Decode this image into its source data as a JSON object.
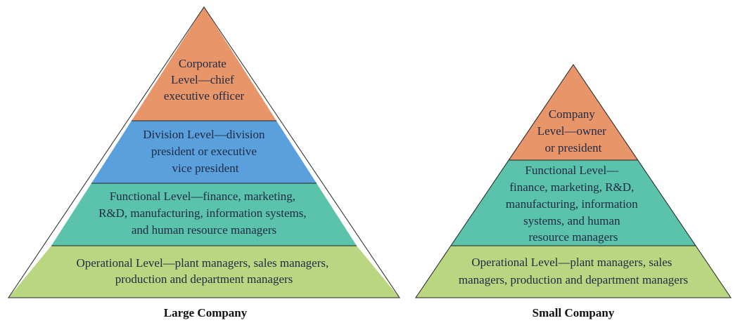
{
  "colors": {
    "top": "#e8956a",
    "division": "#5aa0dc",
    "functional": "#5bc2ab",
    "operational": "#b9d781"
  },
  "large_company": {
    "caption": "Large Company",
    "levels": [
      {
        "id": "corporate",
        "lines": [
          "Corporate",
          "Level—chief",
          "executive officer"
        ]
      },
      {
        "id": "division",
        "lines": [
          "Division Level—division",
          "president or executive",
          "vice president"
        ]
      },
      {
        "id": "functional",
        "lines": [
          "Functional Level—finance, marketing,",
          "R&D, manufacturing, information systems,",
          "and human resource managers"
        ]
      },
      {
        "id": "operational",
        "lines": [
          "Operational Level—plant managers, sales managers,",
          "production and department managers"
        ]
      }
    ]
  },
  "small_company": {
    "caption": "Small Company",
    "levels": [
      {
        "id": "company",
        "lines": [
          "Company",
          "Level—owner",
          "or president"
        ]
      },
      {
        "id": "functional",
        "lines": [
          "Functional Level—",
          "finance, marketing, R&D,",
          "manufacturing, information",
          "systems, and human",
          "resource managers"
        ]
      },
      {
        "id": "operational",
        "lines": [
          "Operational Level—plant managers, sales",
          "managers, production and department managers"
        ]
      }
    ]
  }
}
